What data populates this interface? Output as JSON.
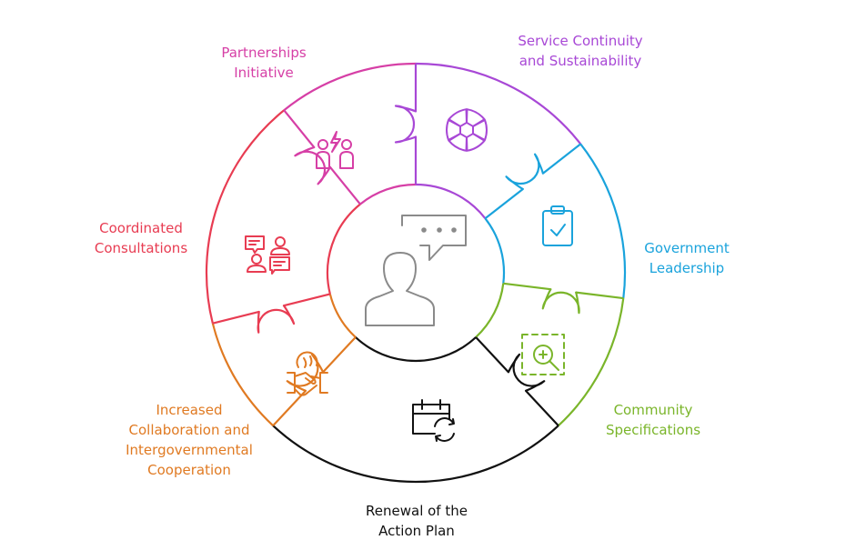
{
  "center": {
    "icon": "person-speech-bubble-icon",
    "color": "#8a8a8a"
  },
  "segments": [
    {
      "id": "partnerships",
      "line1": "Partnerships",
      "line2": "Initiative",
      "color": "#d63fa6",
      "icon": "people-lightning-icon"
    },
    {
      "id": "service",
      "line1": "Service Continuity",
      "line2": "and Sustainability",
      "color": "#a848d6",
      "icon": "segmented-ring-icon"
    },
    {
      "id": "government",
      "line1": "Government",
      "line2": "Leadership",
      "color": "#1aa3dc",
      "icon": "clipboard-check-icon"
    },
    {
      "id": "community",
      "line1": "Community",
      "line2": "Specifications",
      "color": "#7ab52a",
      "icon": "dashed-zoom-icon"
    },
    {
      "id": "renewal",
      "line1": "Renewal of the",
      "line2": "Action Plan",
      "color": "#111111",
      "icon": "calendar-refresh-icon"
    },
    {
      "id": "collaboration",
      "line1": "Increased",
      "line2": "Collaboration and",
      "line3": "Intergovernmental",
      "line4": "Cooperation",
      "color": "#e07a22",
      "icon": "handshake-globe-icon"
    },
    {
      "id": "consultations",
      "line1": "Coordinated",
      "line2": "Consultations",
      "color": "#e83c52",
      "icon": "people-chat-icon"
    }
  ]
}
